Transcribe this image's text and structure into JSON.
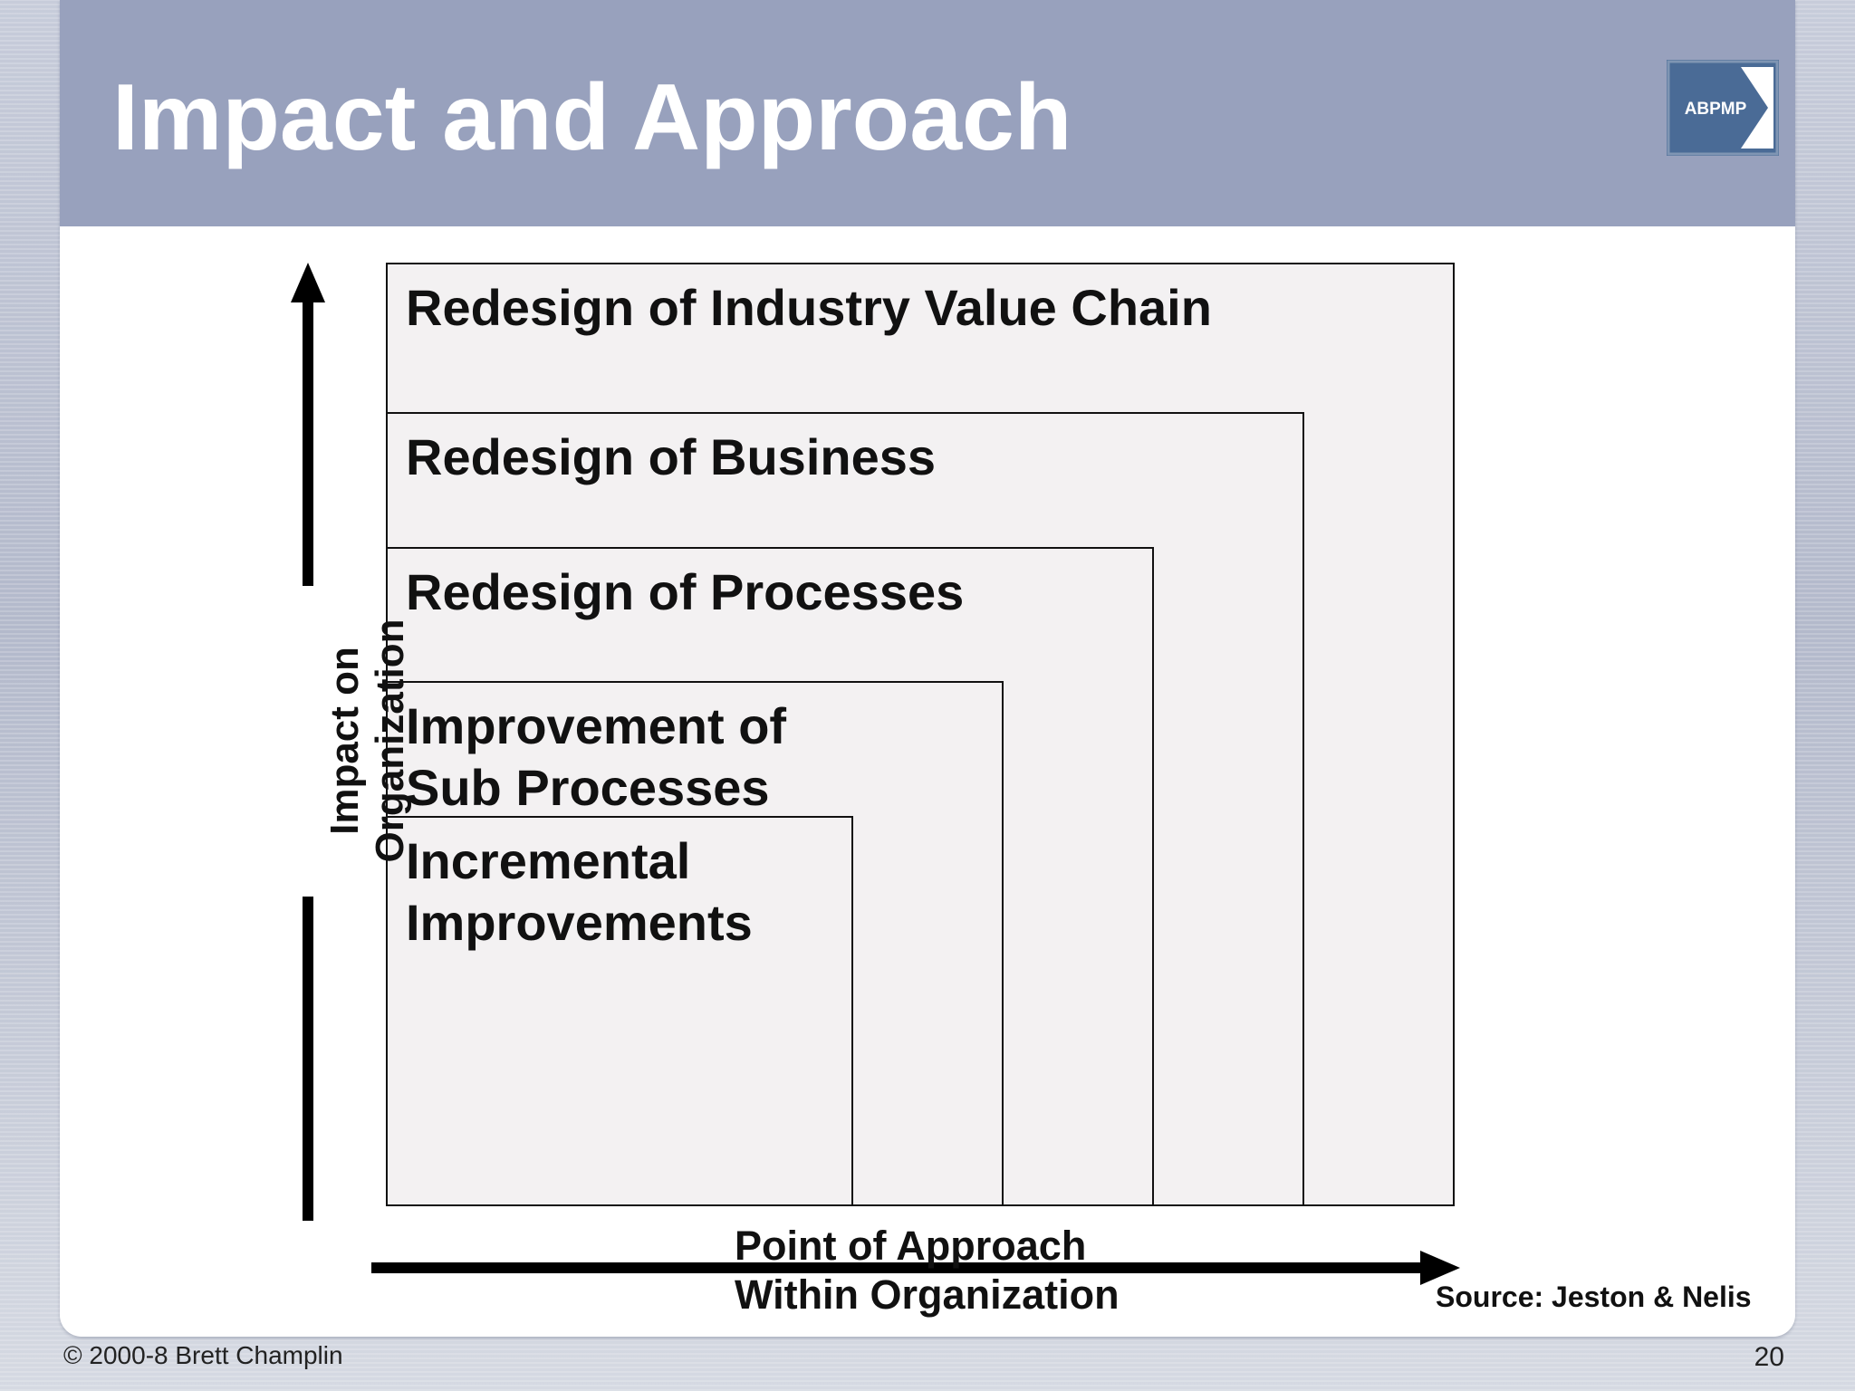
{
  "slide": {
    "title": "Impact and Approach",
    "logo_text": "ABPMP",
    "source": "Source: Jeston & Nelis",
    "copyright": "© 2000-8 Brett Champlin",
    "page_number": "20"
  },
  "diagram": {
    "tiers": [
      {
        "label": "Redesign of Industry Value Chain"
      },
      {
        "label": "Redesign of Business"
      },
      {
        "label": "Redesign of Processes"
      },
      {
        "label": "Improvement of\nSub Processes"
      },
      {
        "label": "Incremental\nImprovements"
      }
    ],
    "y_axis_label": "Impact on\nOrganization",
    "x_axis_label": "Point of Approach\nWithin Organization"
  },
  "colors": {
    "title_bar": "#98a1bd",
    "tier_fill": "#f3f1f2",
    "logo_blue": "#4a6b96"
  }
}
